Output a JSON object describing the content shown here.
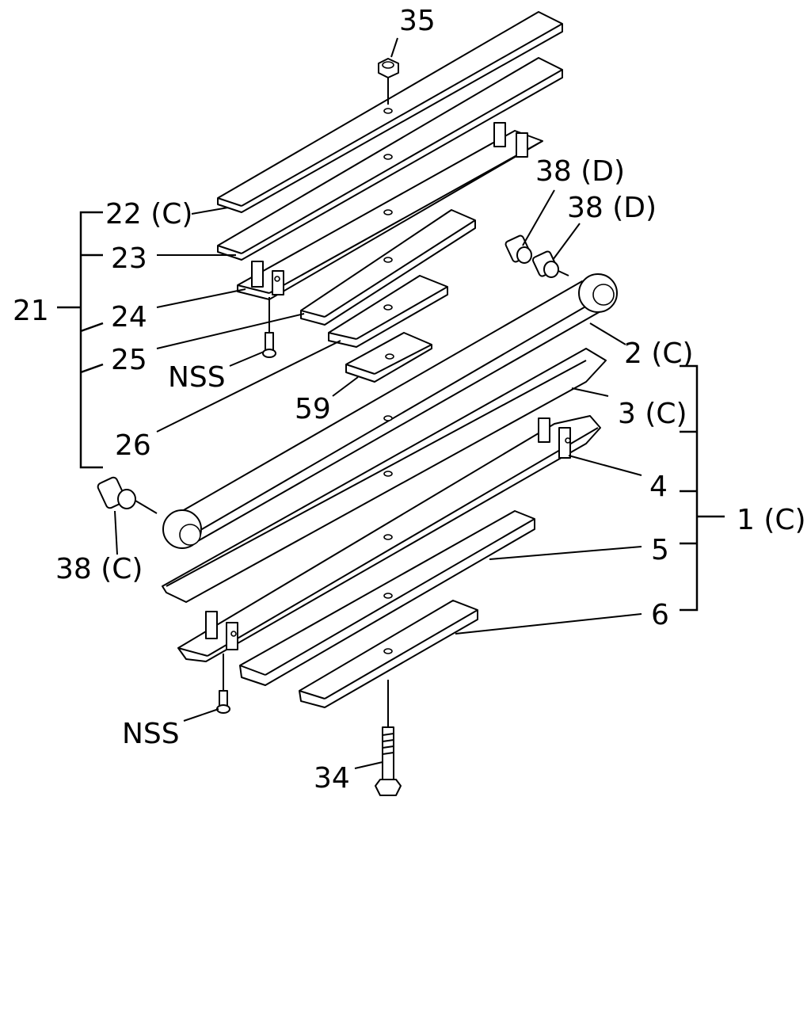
{
  "callouts": {
    "p35": "35",
    "p22c": "22 (C)",
    "p23": "23",
    "p21": "21",
    "p24": "24",
    "p25": "25",
    "p26": "26",
    "p59": "59",
    "nss_top": "NSS",
    "p38d_a": "38 (D)",
    "p38d_b": "38 (D)",
    "p2c": "2 (C)",
    "p3c": "3 (C)",
    "p4": "4",
    "p1c": "1 (C)",
    "p5": "5",
    "p6": "6",
    "p38c": "38 (C)",
    "nss_bottom": "NSS",
    "p34": "34"
  }
}
